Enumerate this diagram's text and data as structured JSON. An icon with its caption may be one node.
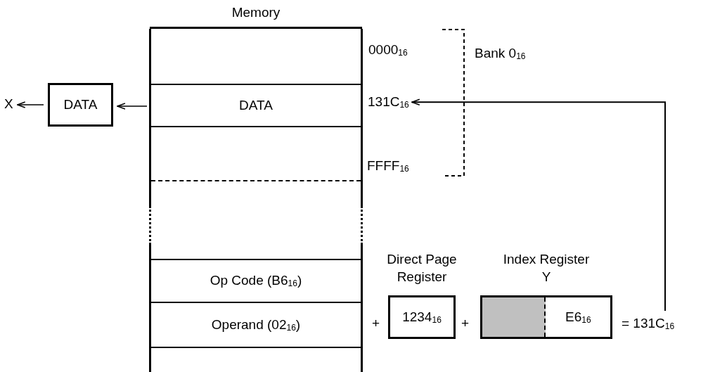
{
  "diagram": {
    "nodes": [
      {
        "text": [
          "Memory"
        ]
      },
      {
        "text": [],
        "shape": "box",
        "in": 0
      },
      {
        "text": [
          "DATA"
        ],
        "in": 0
      },
      {
        "text": [],
        "shape": "box",
        "in": 0
      },
      {
        "text": [
          "Op Code (B6$_{16}$)"
        ],
        "in": 0
      },
      {
        "text": [
          "Operand (02$_{16}$)"
        ],
        "in": 0
      },
      {
        "text": [],
        "shape": "box",
        "in": 0
      },
      {
        "text": [
          "DATA"
        ]
      },
      {
        "text": [
          "X"
        ]
      },
      {
        "text": [
          "131C$_{16}$"
        ]
      },
      {
        "text": [
          "Direct Page Register",
          "1234$_{16}$"
        ]
      },
      {
        "text": [
          "Index Register Y",
          "E6$_{16}$"
        ]
      },
      {
        "text": [
          "= 131C$_{16}$"
        ]
      }
    ],
    "edges": [
      {
        "from": 2,
        "to": 7,
        "arrow": "to"
      },
      {
        "from": 7,
        "to": 8,
        "arrow": "to"
      },
      {
        "from": 12,
        "to": 9,
        "arrow": "to"
      }
    ],
    "labels": [
      "0000$_{16}$",
      "FFFF$_{16}$",
      "Bank 0$_{16}$",
      "+",
      "+"
    ]
  }
}
